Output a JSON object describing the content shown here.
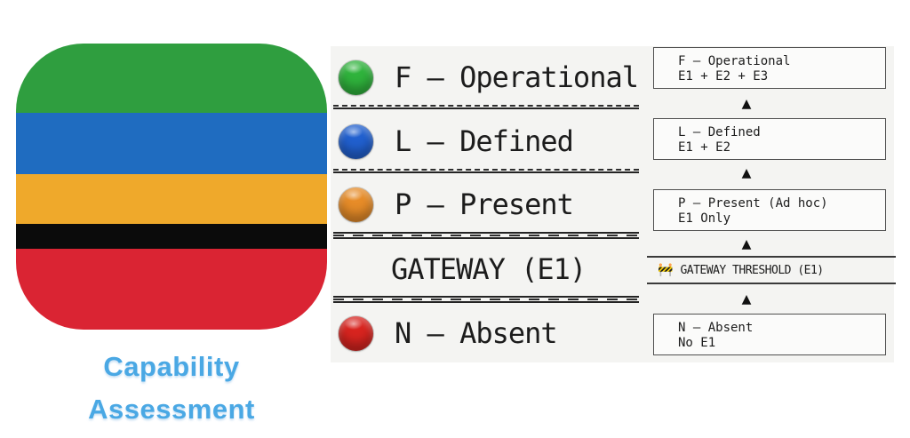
{
  "caption": {
    "line1": "Capability",
    "line2": "Assessment",
    "color": "#4aa8e4"
  },
  "icon": {
    "stripes": [
      {
        "name": "green",
        "color": "#2f9e3f"
      },
      {
        "name": "blue",
        "color": "#1f6cc0"
      },
      {
        "name": "orange",
        "color": "#efa92b"
      },
      {
        "name": "black",
        "color": "#0b0b0b"
      },
      {
        "name": "red",
        "color": "#da2433"
      }
    ]
  },
  "legend": {
    "rows": [
      {
        "label": "F — Operational",
        "dot_color": "#2fb33c"
      },
      {
        "label": "L — Defined",
        "dot_color": "#2160cf"
      },
      {
        "label": "P — Present",
        "dot_color": "#e78c28"
      },
      {
        "label": "GATEWAY (E1)"
      },
      {
        "label": "N — Absent",
        "dot_color": "#d8241f"
      }
    ]
  },
  "ladder": {
    "arrow_glyph": "▲",
    "boxes": [
      {
        "title": "F — Operational",
        "subtitle": "E1 + E2 + E3"
      },
      {
        "title": "L — Defined",
        "subtitle": "E1 + E2"
      },
      {
        "title": "P — Present (Ad hoc)",
        "subtitle": "E1 Only"
      },
      {
        "title": "N — Absent",
        "subtitle": "No E1"
      }
    ],
    "gateway": {
      "icon_glyph": "🚧",
      "label": "GATEWAY THRESHOLD (E1)"
    }
  }
}
